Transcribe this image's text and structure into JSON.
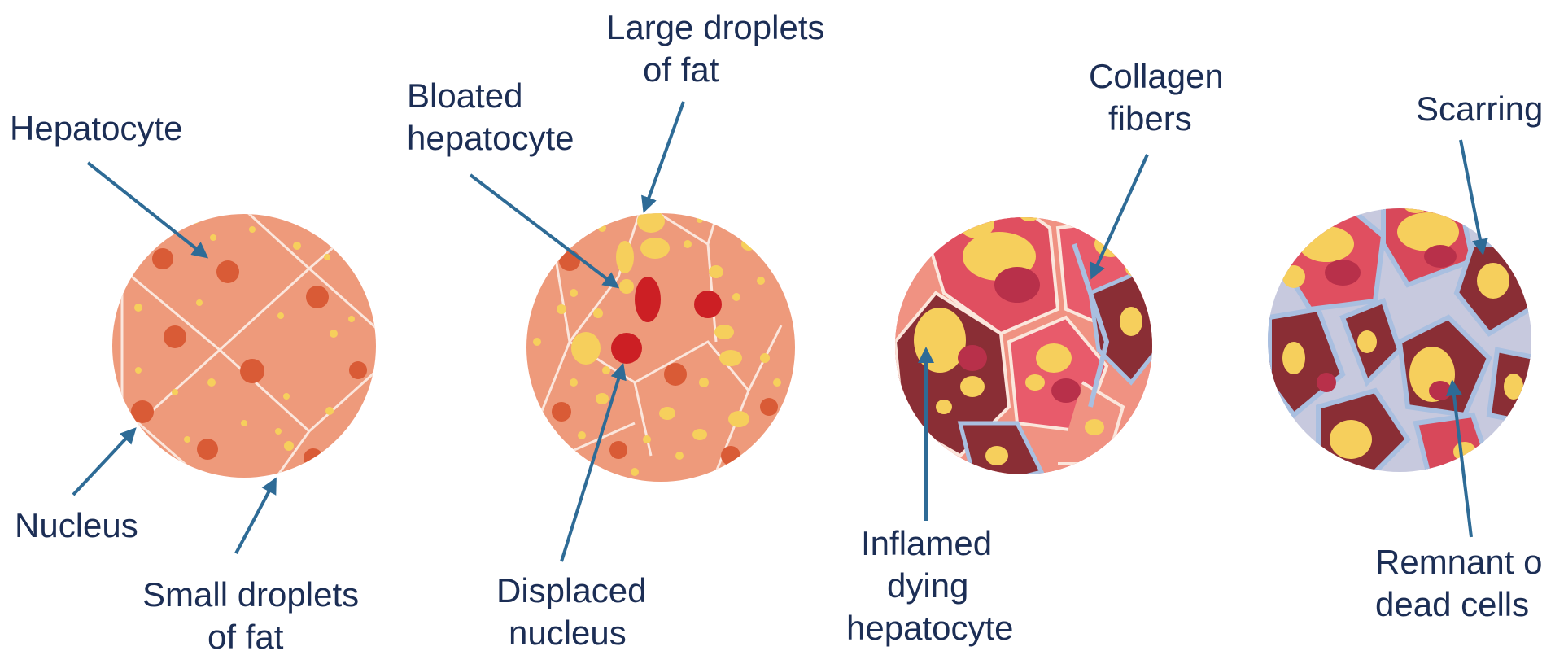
{
  "colors": {
    "background": "#ffffff",
    "label_text": "#1c2e55",
    "arrow": "#2e6b96",
    "tissue": "#ee9a7b",
    "cell_border": "#fbe6dc",
    "nucleus": "#d95b36",
    "nucleus_red": "#cc1f24",
    "fat": "#f6cf5c",
    "inflamed_tissue": "#e0566a",
    "necrotic": "#8a2e35",
    "collagen": "#a9bfe0"
  },
  "panels": [
    {
      "id": "healthy",
      "labels": {
        "hepatocyte": "Hepatocyte",
        "nucleus": "Nucleus",
        "small_droplets": [
          "Small droplets",
          "of fat"
        ]
      }
    },
    {
      "id": "steatosis",
      "labels": {
        "large_droplets": [
          "Large droplets",
          "of fat"
        ],
        "bloated": [
          "Bloated",
          "hepatocyte"
        ],
        "displaced": [
          "Displaced",
          "nucleus"
        ]
      }
    },
    {
      "id": "steatohepatitis",
      "labels": {
        "collagen": [
          "Collagen",
          "fibers"
        ],
        "inflamed": [
          "Inflamed",
          "dying",
          "hepatocyte"
        ]
      }
    },
    {
      "id": "cirrhosis",
      "labels": {
        "scarring": "Scarring",
        "remnant": [
          "Remnant of",
          "dead cells"
        ]
      }
    }
  ]
}
